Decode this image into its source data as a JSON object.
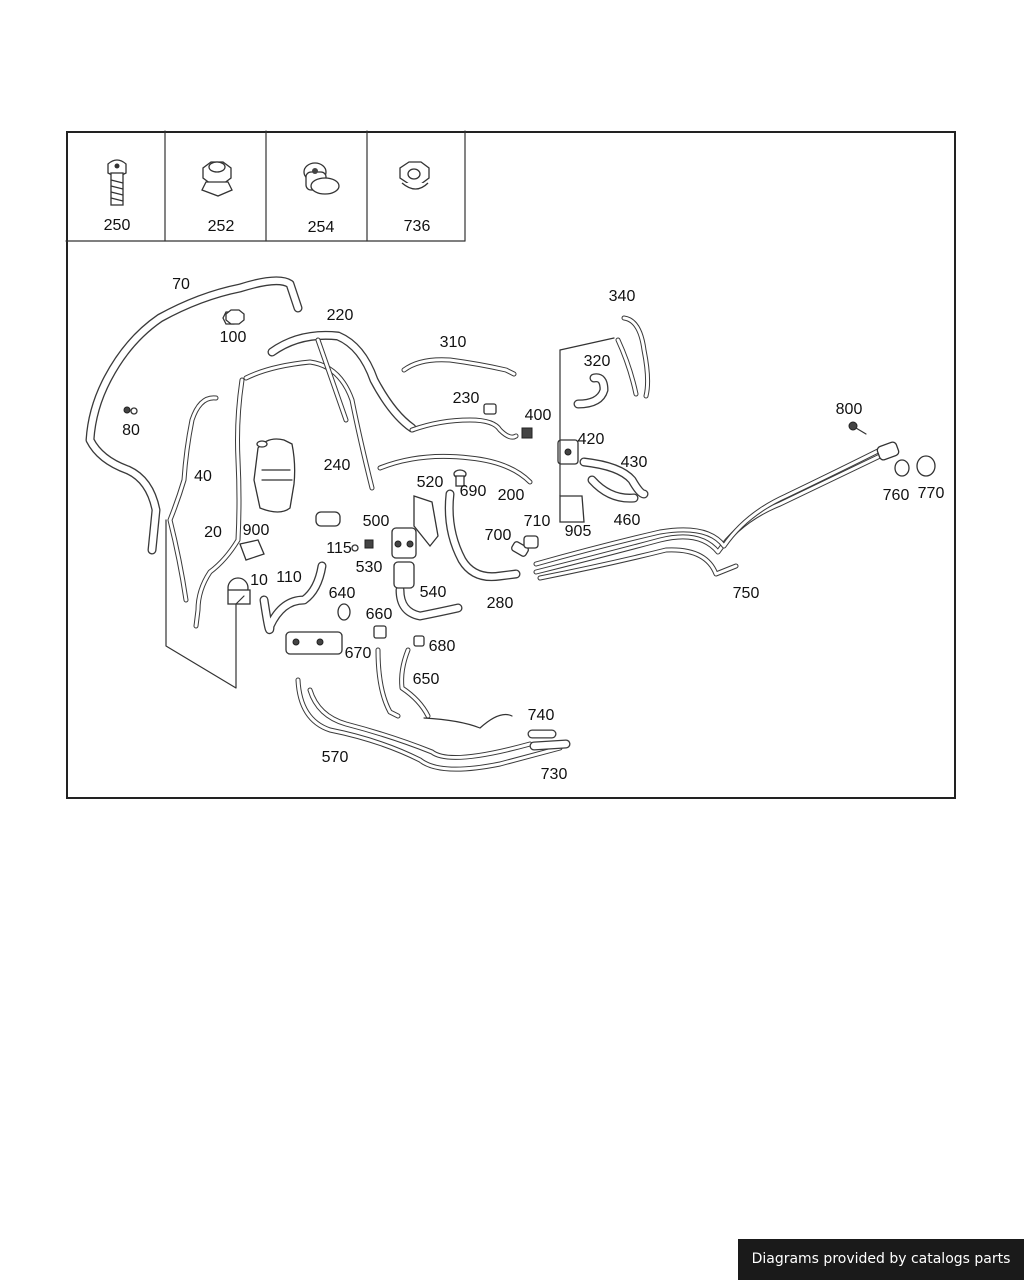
{
  "diagram": {
    "header_parts": [
      "250",
      "252",
      "254",
      "736"
    ],
    "callouts": {
      "c70": "70",
      "c100": "100",
      "c220": "220",
      "c310": "310",
      "c340": "340",
      "c320": "320",
      "c80": "80",
      "c230": "230",
      "c400": "400",
      "c420": "420",
      "c800": "800",
      "c430": "430",
      "c40": "40",
      "c240": "240",
      "c520": "520",
      "c690": "690",
      "c200": "200",
      "c760": "760",
      "c770": "770",
      "c500": "500",
      "c710": "710",
      "c20": "20",
      "c900": "900",
      "c905": "905",
      "c460": "460",
      "c700": "700",
      "c115": "115",
      "c530": "530",
      "c10": "10",
      "c110": "110",
      "c540": "540",
      "c640": "640",
      "c280": "280",
      "c750": "750",
      "c660": "660",
      "c680": "680",
      "c670": "670",
      "c650": "650",
      "c740": "740",
      "c570": "570",
      "c730": "730"
    }
  },
  "footer": {
    "text": "Diagrams provided by catalogs parts"
  }
}
